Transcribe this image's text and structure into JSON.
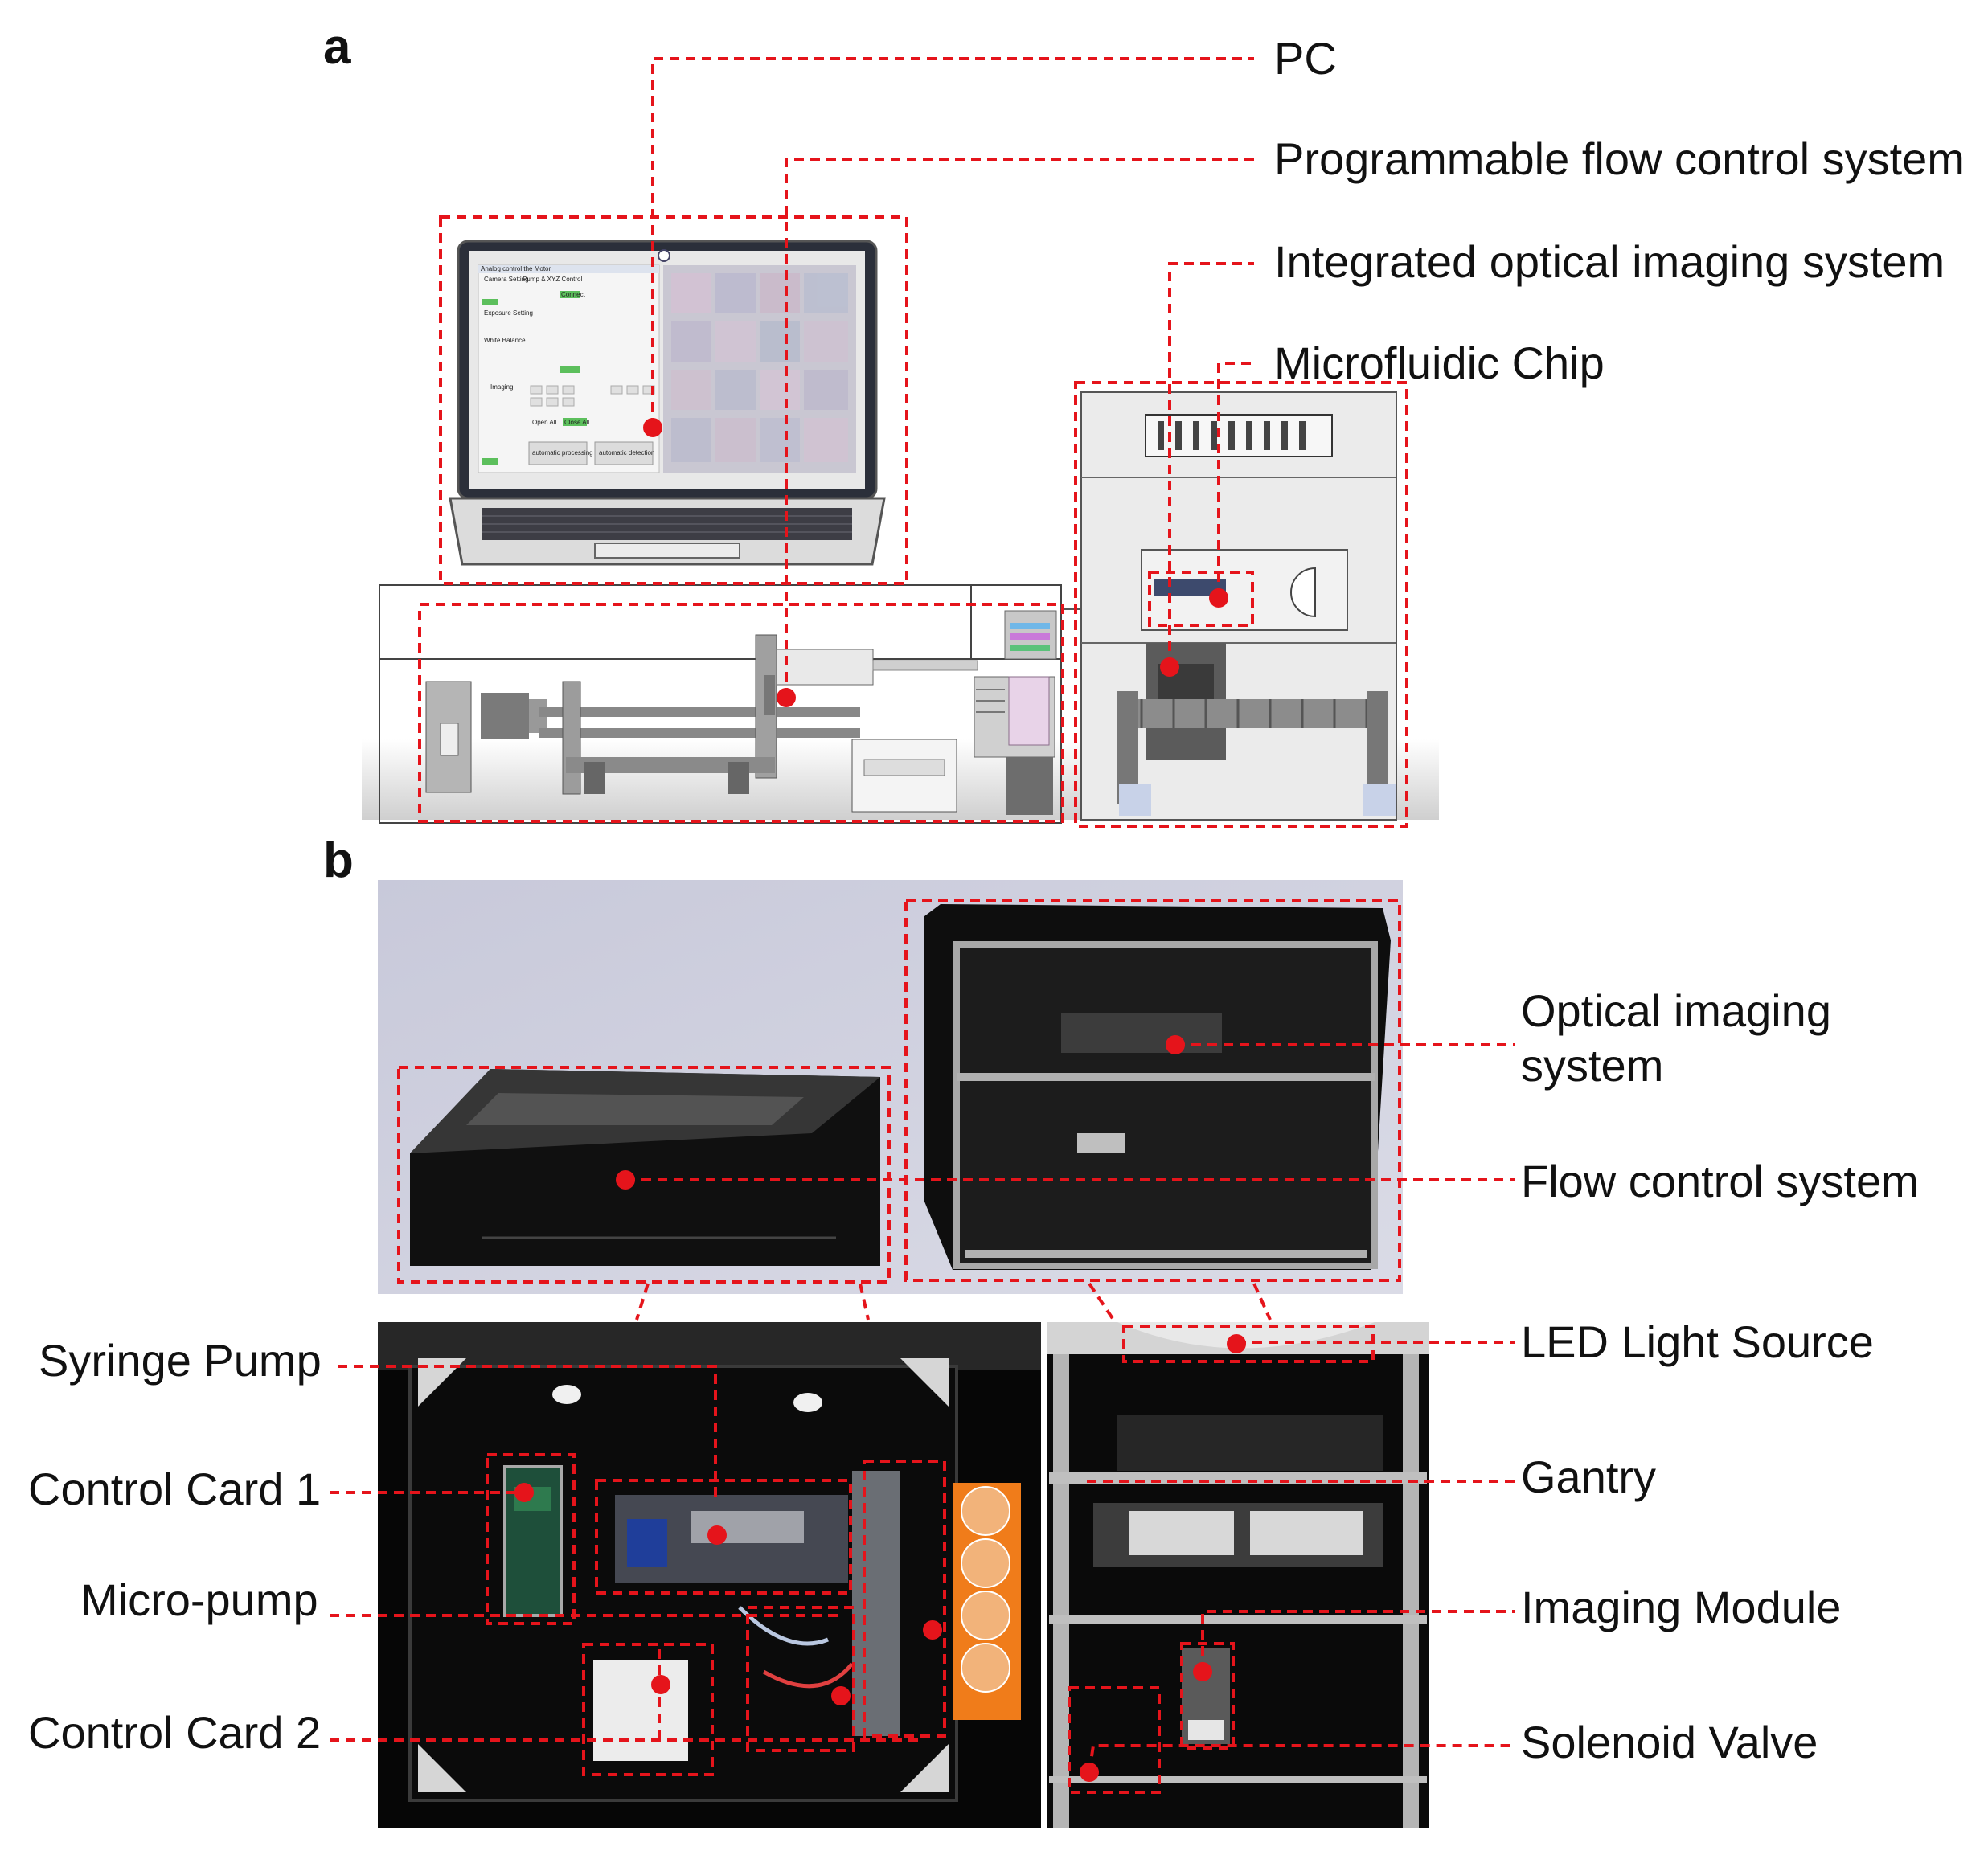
{
  "panels": {
    "a": {
      "letter": "a",
      "labels": {
        "pc": "PC",
        "flow_control": "Programmable flow control system",
        "optical_imaging": "Integrated optical imaging system",
        "microfluidic_chip": "Microfluidic Chip"
      },
      "software_ui": {
        "window_title": "Analog control the Motor",
        "camera_setting": "Camera Setting",
        "exposure_setting": "Exposure Setting",
        "white_balance": "White Balance",
        "imaging": "Imaging",
        "pump_xyz": "Pump & XYZ Control",
        "connect": "Connect",
        "open_all": "Open All",
        "close_all": "Close All",
        "auto_processing": "automatic processing",
        "auto_detection": "automatic detection"
      }
    },
    "b": {
      "letter": "b",
      "labels": {
        "optical_imaging_line1": "Optical imaging",
        "optical_imaging_line2": "system",
        "flow_control": "Flow control system",
        "led_light": "LED Light Source",
        "gantry": "Gantry",
        "imaging_module": "Imaging Module",
        "solenoid_valve": "Solenoid Valve",
        "syringe_pump": "Syringe Pump",
        "control_card_1": "Control Card 1",
        "micro_pump": "Micro-pump",
        "control_card_2": "Control Card 2"
      }
    }
  },
  "colors": {
    "annotation_red": "#e5141b",
    "device_black": "#141414",
    "photo_background": "#d4d5e3",
    "cad_gray": "#9a9a9a"
  }
}
